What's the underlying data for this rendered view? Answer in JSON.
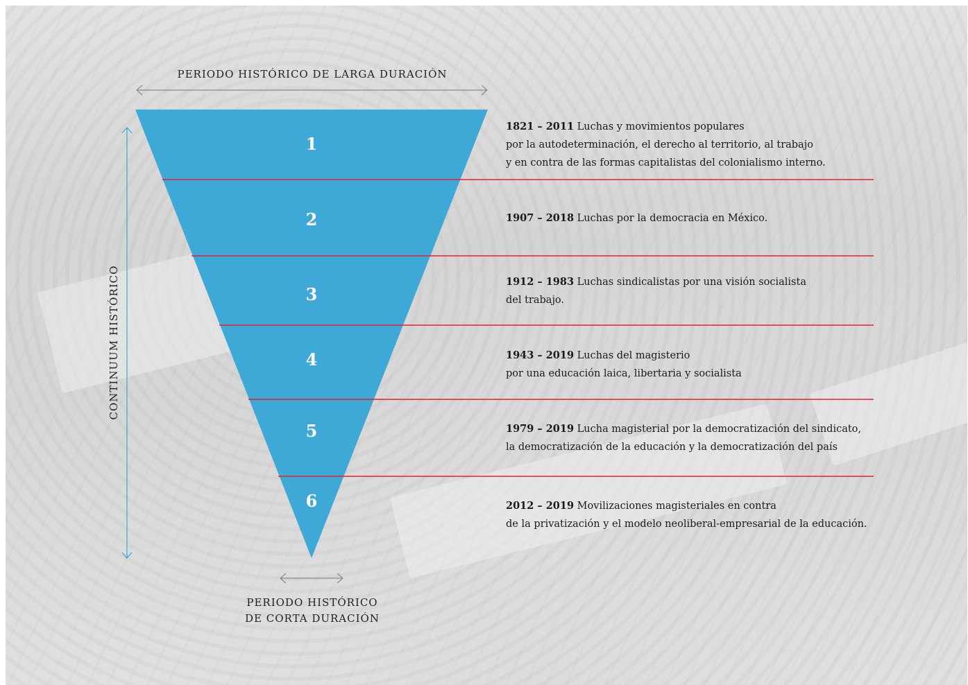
{
  "labels": {
    "top": "PERIODO HISTÓRICO DE LARGA DURACIÓN",
    "bottom_line1": "PERIODO HISTÓRICO",
    "bottom_line2": "DE CORTA DURACIÓN",
    "side": "CONTINUUM HISTÓRICO"
  },
  "colors": {
    "triangle": "#3ea8d6",
    "divider": "#e5202e",
    "arrow_gray": "#8a8a8a",
    "arrow_blue": "#3ea8d6"
  },
  "periods": [
    {
      "number": "1",
      "years": "1821 – 2011",
      "lines": [
        "Luchas y movimientos populares",
        "por la autodeterminación, el derecho al territorio, al trabajo",
        "y en contra de las formas capitalistas del colonialismo interno."
      ]
    },
    {
      "number": "2",
      "years": "1907 – 2018",
      "lines": [
        "Luchas por la democracia en México."
      ]
    },
    {
      "number": "3",
      "years": "1912 – 1983",
      "lines": [
        "Luchas sindicalistas por una visión socialista",
        "del trabajo."
      ]
    },
    {
      "number": "4",
      "years": "1943 – 2019",
      "lines": [
        "Luchas del magisterio",
        "por una educación laica, libertaria y socialista"
      ]
    },
    {
      "number": "5",
      "years": "1979 – 2019",
      "lines": [
        "Lucha magisterial por la democratización del sindicato,",
        "la democratización de la educación y la democratización del país"
      ]
    },
    {
      "number": "6",
      "years": "2012 – 2019",
      "lines": [
        "Movilizaciones magisteriales en contra",
        "de la privatización y el modelo neoliberal-empresarial de la educación."
      ]
    }
  ]
}
